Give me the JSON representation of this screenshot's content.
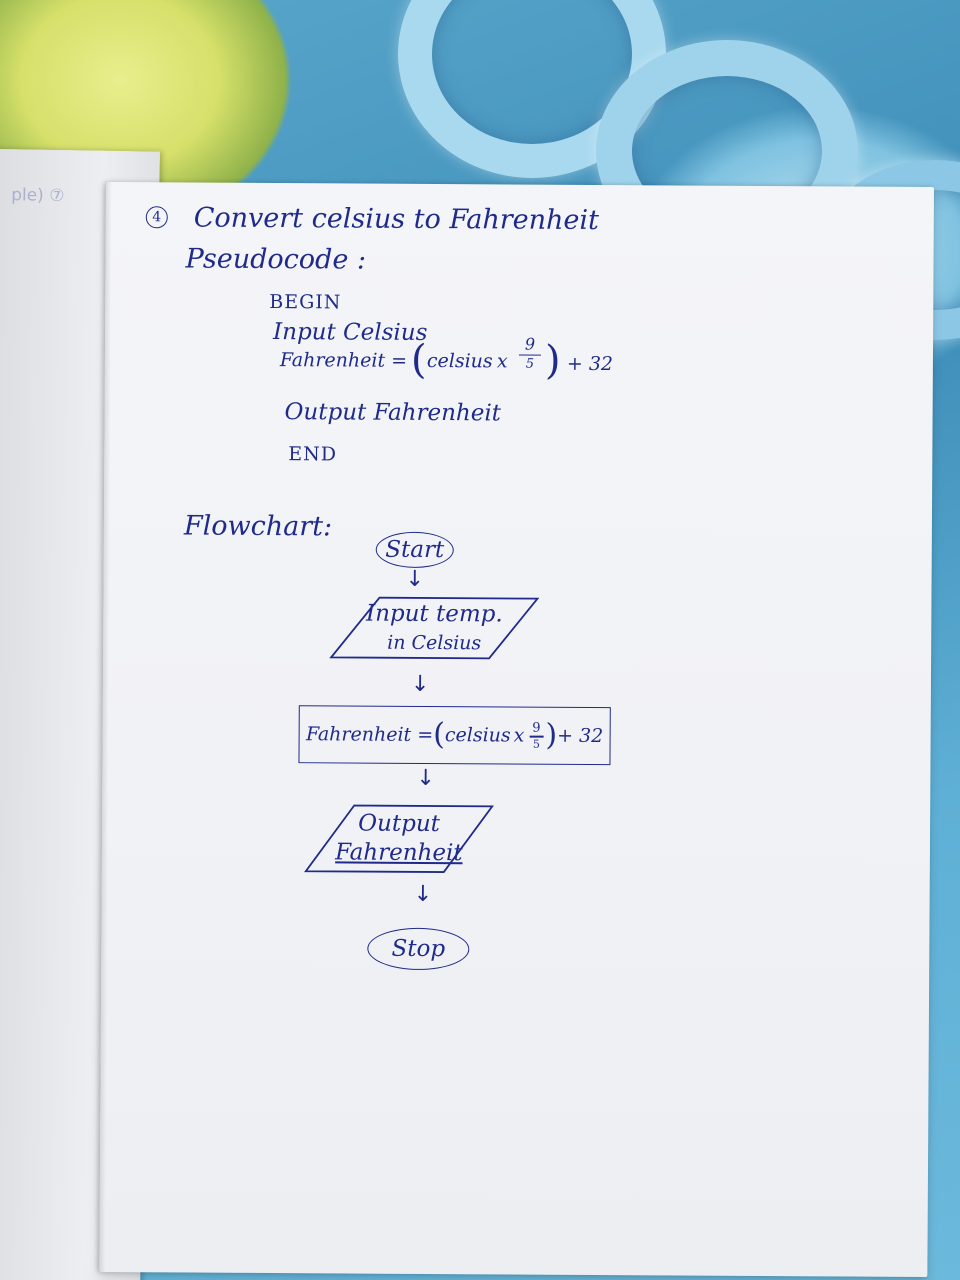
{
  "question": {
    "number": "4",
    "title": "Convert celsius to Fahrenheit"
  },
  "pseudocode": {
    "heading": "Pseudocode :",
    "begin": "BEGIN",
    "input": "Input Celsius",
    "formula": {
      "lhs": "Fahrenheit =",
      "variable": "celsius",
      "times": "x",
      "numerator": "9",
      "denominator": "5",
      "plus": "+ 32"
    },
    "output": "Output Fahrenheit",
    "end": "END"
  },
  "flowchart": {
    "heading": "Flowchart:",
    "start": "Start",
    "input_line1": "Input temp.",
    "input_line2": "in Celsius",
    "process": {
      "lhs": "Fahrenheit =",
      "variable": "celsius",
      "times": "x",
      "numerator": "9",
      "denominator": "5",
      "plus": "+ 32"
    },
    "output_line1": "Output",
    "output_line2": "Fahrenheit",
    "stop": "Stop"
  },
  "colors": {
    "ink": "#1f2a8a",
    "paper": "#f2f3f7",
    "background": "#4a93b8"
  }
}
